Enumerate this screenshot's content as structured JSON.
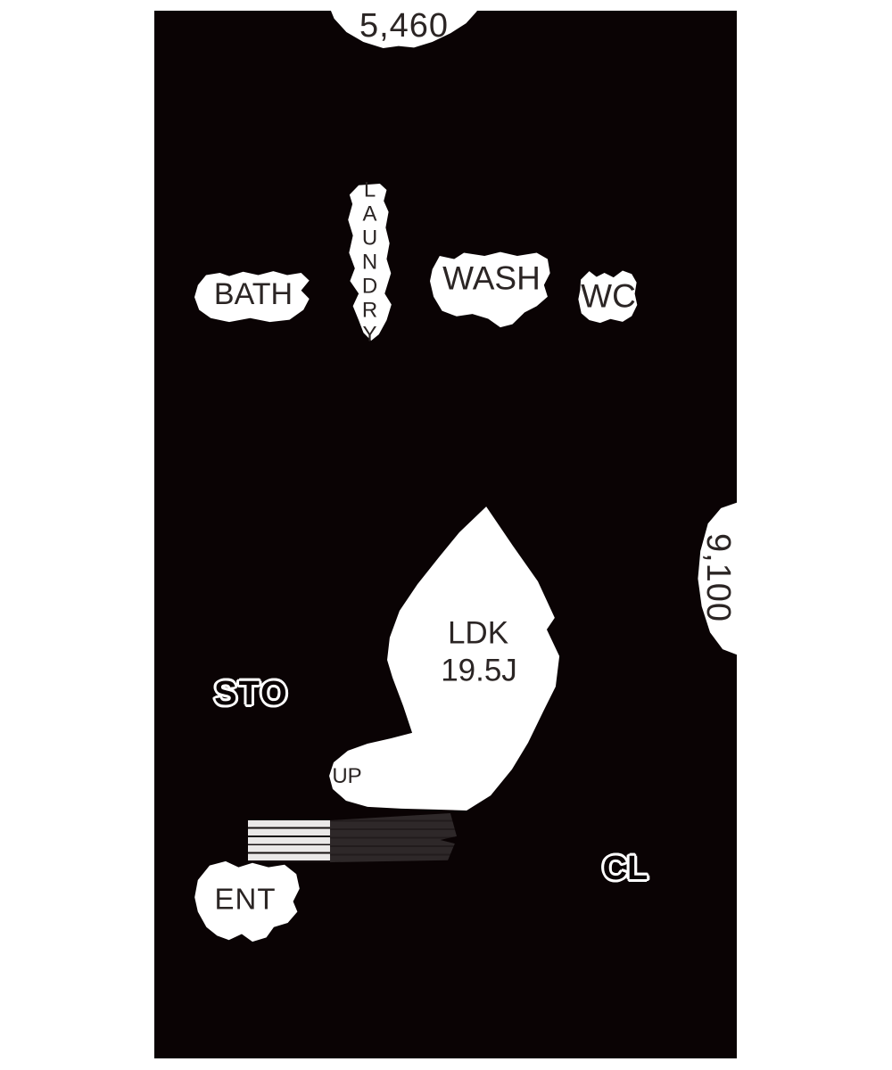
{
  "plan": {
    "type": "floor-plan",
    "dimensions": {
      "width_mm": "5,460",
      "height_mm": "9,100"
    },
    "rooms": {
      "bath": "BATH",
      "laundry": "LAUNDRY",
      "wash": "WASH",
      "wc": "WC",
      "ldk": "LDK",
      "ldk_size": "19.5J",
      "storage": "STO",
      "stairs_direction": "UP",
      "entrance": "ENT",
      "closet": "CL"
    },
    "colors": {
      "page_background": "#ffffff",
      "floor_mask": "#0a0304",
      "label_background": "#ffffff",
      "label_text": "#2b2524",
      "stair_tread_light": "#eae8e8",
      "stair_tread_dark": "#2e2829"
    }
  }
}
